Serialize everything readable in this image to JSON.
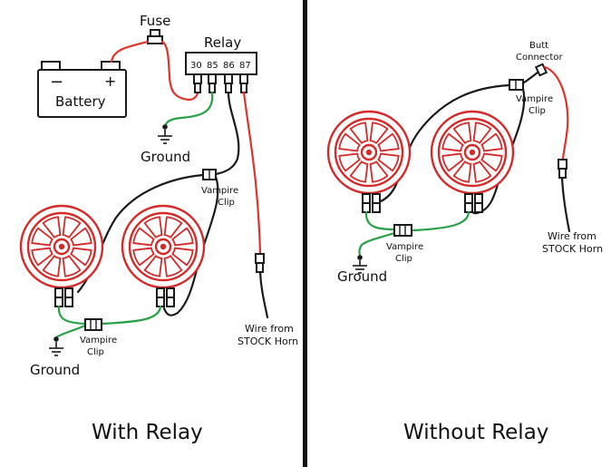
{
  "panels": {
    "left": {
      "title": "With Relay",
      "labels": {
        "fuse": "Fuse",
        "relay": "Relay",
        "battery": "Battery",
        "minus": "−",
        "plus": "+",
        "ground_top": "Ground",
        "ground_bottom": "Ground",
        "vampire_clip_upper": [
          "Vampire",
          "Clip"
        ],
        "vampire_clip_lower": [
          "Vampire",
          "Clip"
        ],
        "wire_from": [
          "Wire from",
          "STOCK Horn"
        ],
        "relay_pins": [
          "30",
          "85",
          "86",
          "87"
        ]
      }
    },
    "right": {
      "title": "Without Relay",
      "labels": {
        "butt_connector": [
          "Butt",
          "Connector"
        ],
        "vampire_clip_upper": [
          "Vampire",
          "Clip"
        ],
        "vampire_clip_lower": [
          "Vampire",
          "Clip"
        ],
        "ground": "Ground",
        "wire_from": [
          "Wire from",
          "STOCK Horn"
        ]
      }
    }
  },
  "colors": {
    "wire_black": "#1a1a1a",
    "wire_red": "#e0322a",
    "wire_green": "#27a046",
    "horn": "#d42a2a",
    "divider": "#111111"
  }
}
